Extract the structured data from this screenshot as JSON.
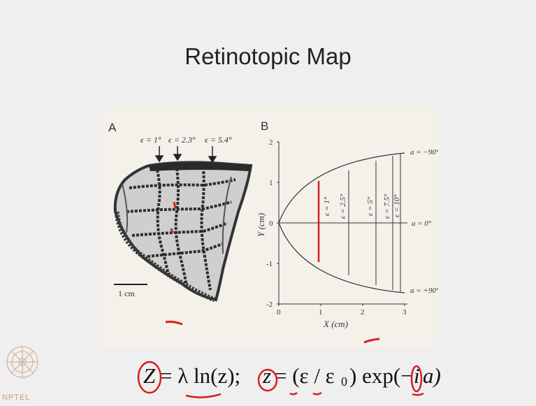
{
  "slide": {
    "title": "Retinotopic Map"
  },
  "figure": {
    "panel_a": {
      "label": "A",
      "eccentricities": [
        "ϵ = 1°",
        "ϵ = 2.3°",
        "ϵ = 5.4°"
      ],
      "scale_bar": "1 cm"
    },
    "panel_b": {
      "label": "B",
      "xlabel": "X (cm)",
      "ylabel": "Y (cm)",
      "x_ticks": [
        "0",
        "1",
        "2",
        "3"
      ],
      "y_ticks": [
        "2",
        "1",
        "0",
        "-1",
        "-2"
      ],
      "curve_labels": [
        "ϵ = 1°",
        "ϵ = 2.5°",
        "ϵ = 5°",
        "ϵ = 7.5°",
        "ϵ = 10°"
      ],
      "angle_labels": [
        "a = −90°",
        "a = 0°",
        "a = +90°"
      ]
    }
  },
  "formula": {
    "z_upper": "Z",
    "eq1": "= λ ln(z);",
    "z_lower": "z",
    "eq2": "= (ε / ε",
    "sub0": "0",
    "eq3": ") exp(−",
    "i": "i",
    "a": "a)"
  },
  "logo": {
    "text": "NPTEL"
  },
  "colors": {
    "annotation_red": "#d42020",
    "background": "#efefef",
    "figure_bg": "#f3f1ea"
  }
}
